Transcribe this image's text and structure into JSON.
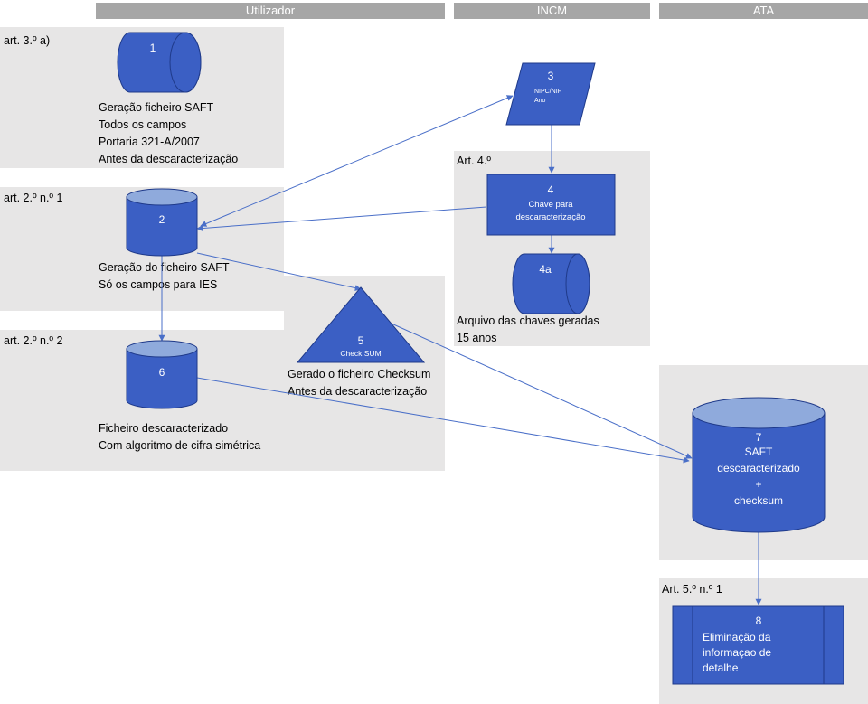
{
  "lanes": [
    {
      "id": "utilizador",
      "label": "Utilizador"
    },
    {
      "id": "incm",
      "label": "INCM"
    },
    {
      "id": "ata",
      "label": "ATA"
    }
  ],
  "articles": {
    "art3a": "art. 3.º a)",
    "art2n1": "art. 2.º n.º 1",
    "art2n2": "art. 2.º n.º 2",
    "art4": "Art. 4.º",
    "art5n1": "Art. 5.º n.º 1"
  },
  "nodes": {
    "n1": {
      "number": "1",
      "caption": [
        "Geração ficheiro SAFT",
        "Todos os campos",
        "Portaria 321-A/2007",
        "Antes da descaracterização"
      ]
    },
    "n2": {
      "number": "2",
      "caption": [
        "Geração do ficheiro SAFT",
        "Só os campos para IES"
      ]
    },
    "n3": {
      "number": "3",
      "lines": [
        "NIPC/NIF",
        "Ano"
      ]
    },
    "n4": {
      "number": "4",
      "lines": [
        "Chave para",
        "descaracterização"
      ]
    },
    "n4a": {
      "number": "4a",
      "caption": [
        "Arquivo das chaves geradas",
        "15 anos"
      ]
    },
    "n5": {
      "number": "5",
      "lines": [
        "Check SUM"
      ],
      "caption": [
        "Gerado o ficheiro Checksum",
        "Antes da descaracterização"
      ]
    },
    "n6": {
      "number": "6",
      "caption": [
        "Ficheiro descaracterizado",
        "Com algoritmo de cifra simétrica"
      ]
    },
    "n7": {
      "number": "7",
      "lines": [
        "SAFT",
        "descaracterizado",
        "+",
        "checksum"
      ]
    },
    "n8": {
      "number": "8",
      "lines": [
        "Eliminação da",
        "informaçao de",
        "detalhe"
      ]
    }
  },
  "colors": {
    "shape_fill": "#3b5fc4",
    "shape_stroke": "#1f3a8a",
    "shape_top": "#8faadc",
    "connector": "#4a6fc8",
    "region_bg": "#e7e6e6",
    "header_bg": "#a6a6a6"
  }
}
